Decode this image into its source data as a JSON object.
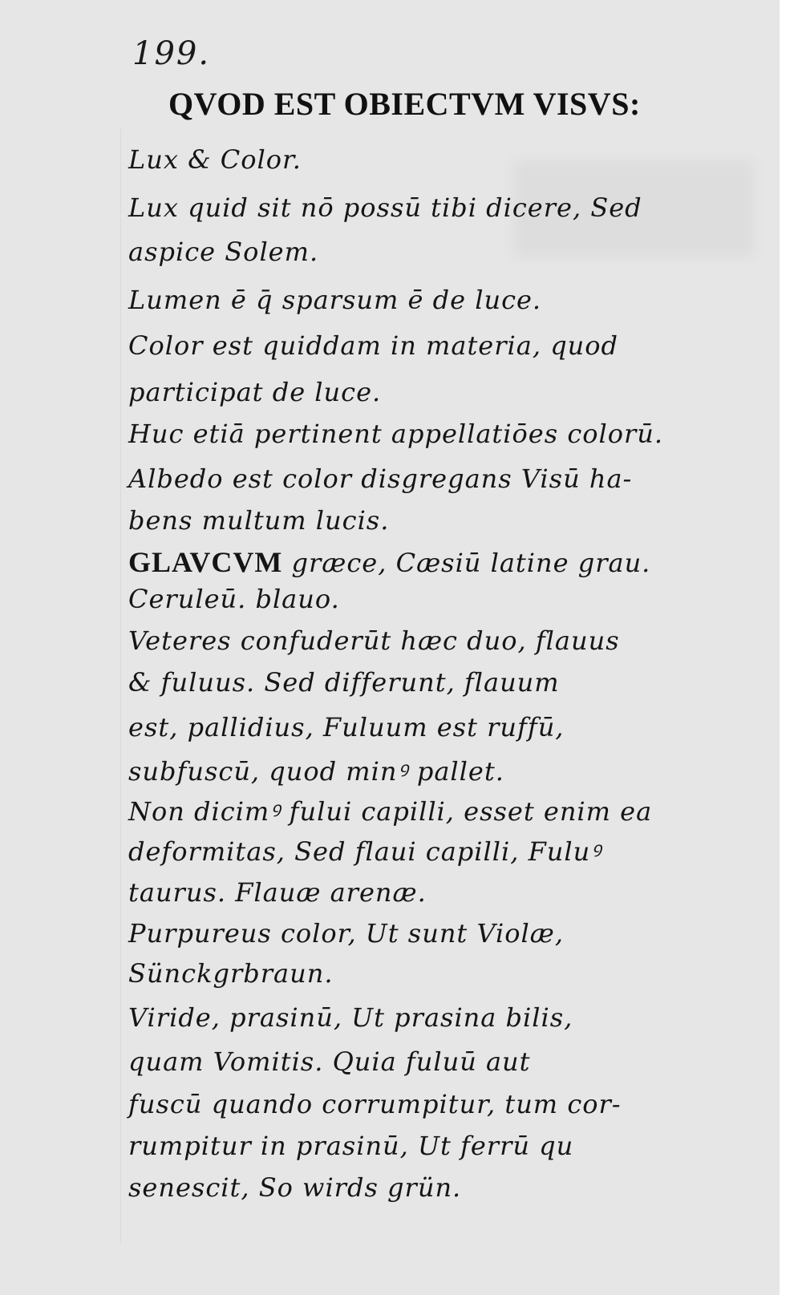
{
  "page_number": "199.",
  "heading": "QVOD EST OBIECTVM VISVS:",
  "lines": [
    {
      "lead": "",
      "text": "Lux & Color."
    },
    {
      "lead": "",
      "text": "Lux quid sit nō possū tibi dicere, Sed"
    },
    {
      "lead": "",
      "text": "aspice Solem."
    },
    {
      "lead": "",
      "text": "Lumen ē q̄ sparsum ē de luce."
    },
    {
      "lead": "",
      "text": "Color est quiddam in materia, quod"
    },
    {
      "lead": "",
      "text": "participat de luce."
    },
    {
      "lead": "",
      "text": "Huc etiā pertinent appellatiōes colorū."
    },
    {
      "lead": "",
      "text": "Albedo est color disgregans Visū ha-"
    },
    {
      "lead": "",
      "text": "bens multum lucis."
    },
    {
      "lead": "GLAVCVM",
      "text": " græce, Cæsiū latine grau."
    },
    {
      "lead": "",
      "text": "Ceruleū. blauo."
    },
    {
      "lead": "",
      "text": "Veteres confuderūt hæc duo, flauus"
    },
    {
      "lead": "",
      "text": "& fuluus. Sed differunt, flauum"
    },
    {
      "lead": "",
      "text": "est, pallidius, Fuluum est ruffū,"
    },
    {
      "lead": "",
      "text": "subfuscū, quod minꝰ pallet."
    },
    {
      "lead": "",
      "text": "Non dicimꝰ fului capilli, esset enim ea"
    },
    {
      "lead": "",
      "text": "deformitas, Sed flaui capilli, Fuluꝰ"
    },
    {
      "lead": "",
      "text": "taurus. Flauæ arenæ."
    },
    {
      "lead": "",
      "text": "Purpureus color, Ut sunt Violæ,"
    },
    {
      "lead": "",
      "text": "Sünckgrbraun."
    },
    {
      "lead": "",
      "text": "Viride, prasinū, Ut prasina bilis,"
    },
    {
      "lead": "",
      "text": "quam Vomitis. Quia fuluū aut"
    },
    {
      "lead": "",
      "text": "fuscū quando corrumpitur, tum cor-"
    },
    {
      "lead": "",
      "text": "rumpitur in prasinū, Ut ferrū qu"
    },
    {
      "lead": "",
      "text": "senescit, So wirds grün."
    }
  ]
}
